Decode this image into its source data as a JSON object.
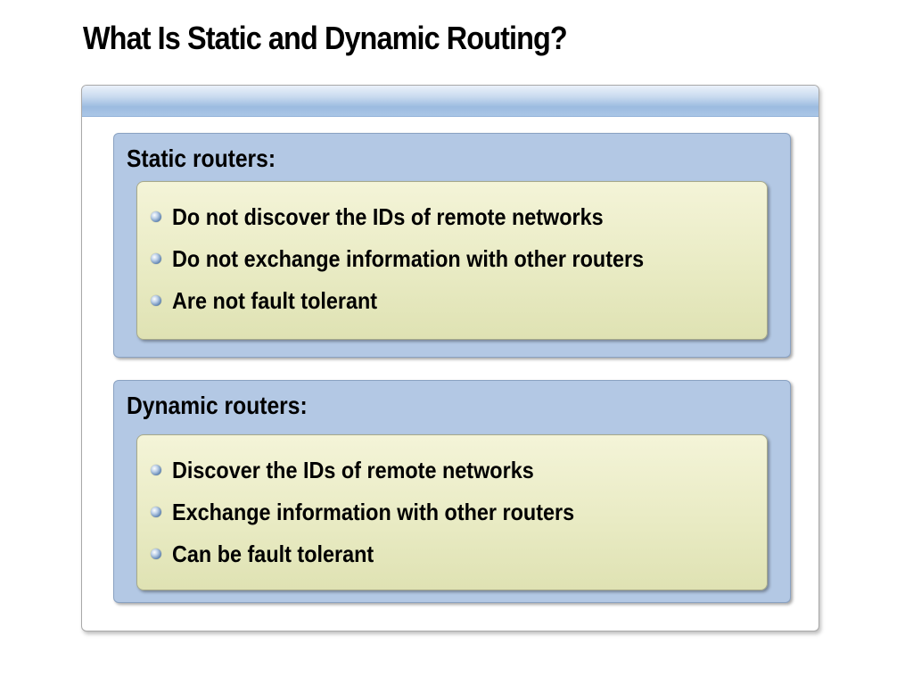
{
  "slide": {
    "title": "What Is Static and Dynamic Routing?"
  },
  "static_section": {
    "heading": "Static routers:",
    "items": [
      "Do not discover the IDs of remote networks",
      "Do not exchange information with other routers",
      "Are not fault tolerant"
    ]
  },
  "dynamic_section": {
    "heading": "Dynamic routers:",
    "items": [
      "Discover the IDs of remote networks",
      "Exchange information with other routers",
      "Can be fault tolerant"
    ]
  },
  "icons": {
    "bullet": "blue-sphere-bullet-icon"
  },
  "colors": {
    "frame_header": "#9cbbe0",
    "section_background": "#b3c8e4",
    "inner_box_background": "#e9ebc4",
    "bullet": "#5a7fae",
    "text": "#000000"
  }
}
